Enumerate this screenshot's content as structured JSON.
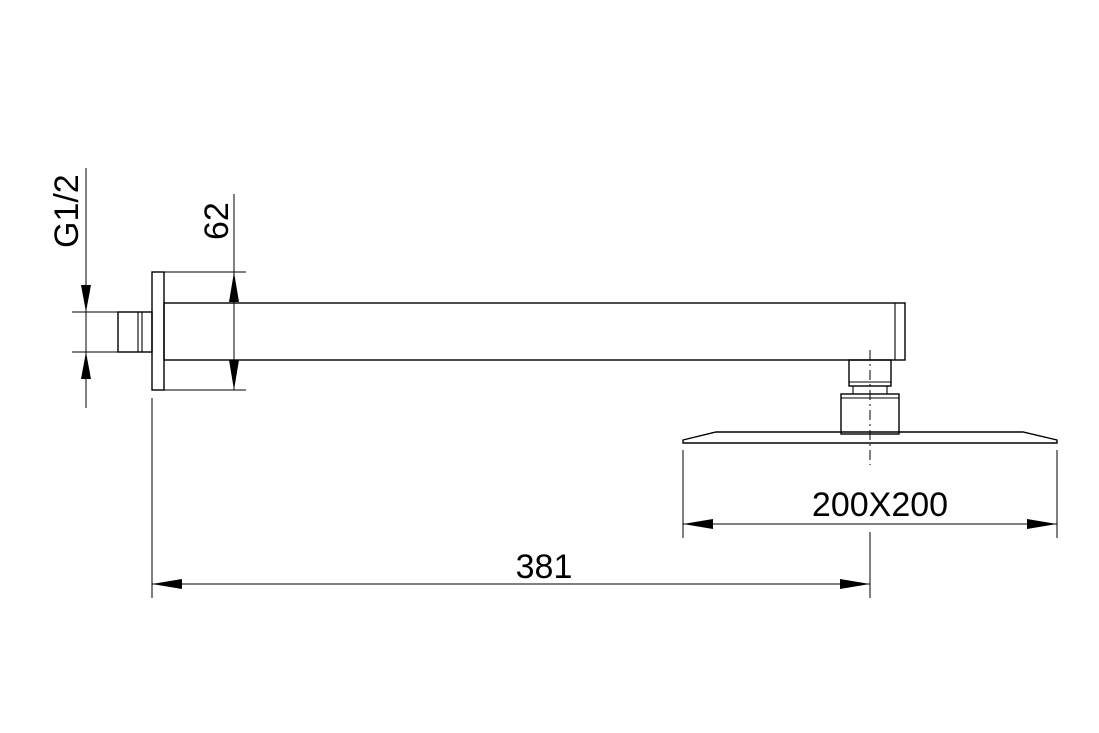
{
  "dimensions": {
    "thread": "G1/2",
    "arm_height": "62",
    "arm_length": "381",
    "head_size": "200X200"
  }
}
